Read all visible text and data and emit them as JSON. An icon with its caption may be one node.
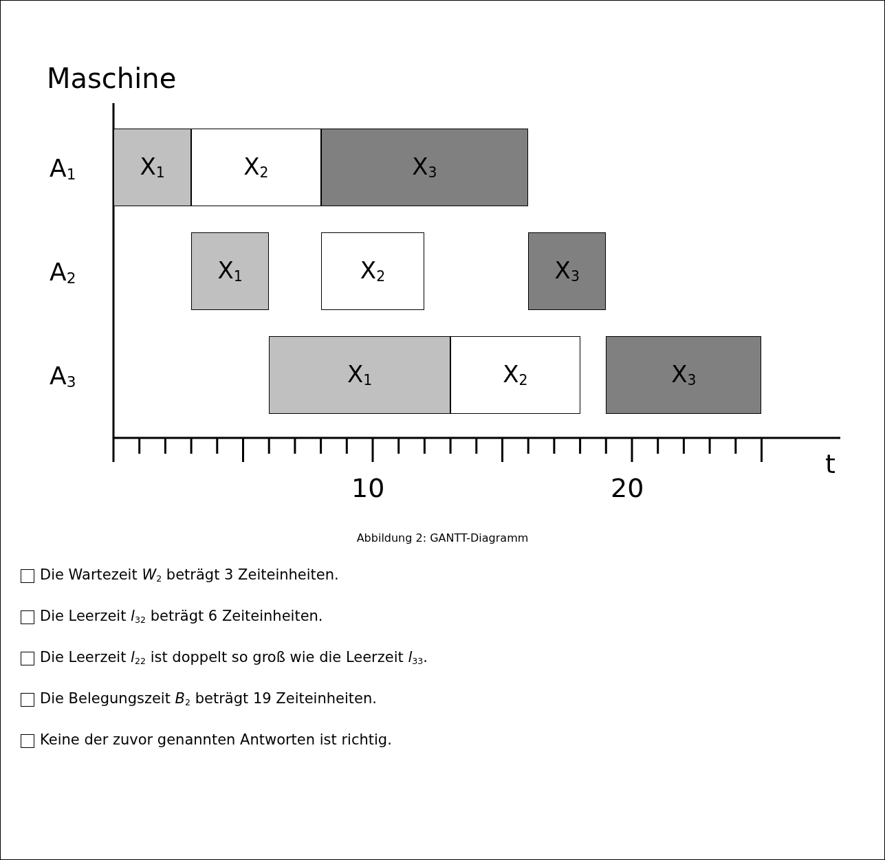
{
  "diagram": {
    "caption": "Abbildung 2: GANTT-Diagramm",
    "nodes": [
      {
        "text": [
          "X$_{1}$"
        ]
      },
      {
        "text": [
          "X$_{2}$"
        ]
      },
      {
        "text": [
          "X$_{3}$"
        ]
      },
      {
        "text": [
          "X$_{1}$"
        ]
      },
      {
        "text": [
          "X$_{2}$"
        ]
      },
      {
        "text": [
          "X$_{3}$"
        ]
      },
      {
        "text": [
          "X$_{1}$"
        ]
      },
      {
        "text": [
          "X$_{2}$"
        ]
      },
      {
        "text": [
          "X$_{3}$"
        ]
      }
    ],
    "edges": [],
    "labels": [
      "Maschine",
      "A$_{1}$",
      "A$_{2}$",
      "A$_{3}$",
      "10",
      "20",
      "t",
      "Die Wartezeit *W*$_{2}$ beträgt 3 Zeiteinheiten.",
      "Die Leerzeit *l*$_{32}$ beträgt 6 Zeiteinheiten.",
      "Die Leerzeit *l*$_{22}$ ist doppelt so groß wie die Leerzeit *l*$_{33}$.",
      "Die Belegungszeit *B*$_{2}$ beträgt 19 Zeiteinheiten.",
      "Keine der zuvor genannten Antworten ist richtig."
    ]
  }
}
